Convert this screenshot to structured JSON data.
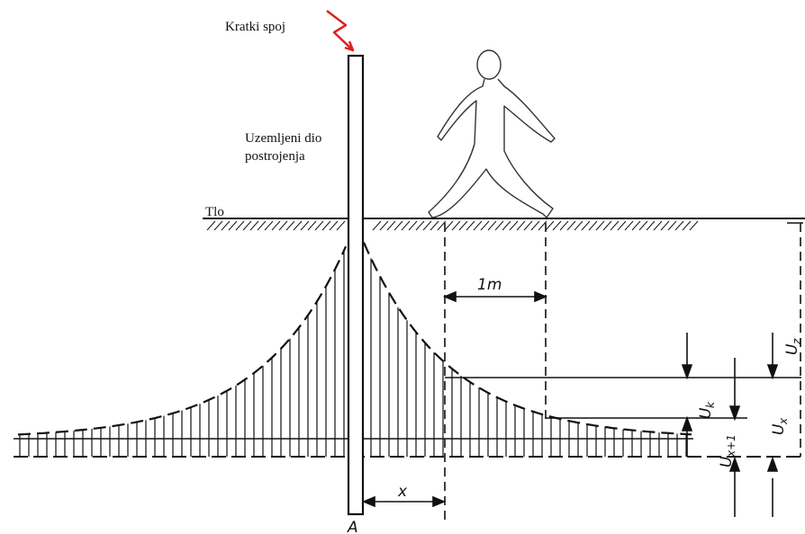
{
  "labels": {
    "short_circuit": "Kratki spoj",
    "grounded_part_line1": "Uzemljeni dio",
    "grounded_part_line2": "postrojenja",
    "ground": "Tlo",
    "step_length": "1m",
    "distance_x": "x",
    "point_a": "A",
    "uz_main": "U",
    "uz_sub": "z",
    "uk_main": "U",
    "uk_sub": "k",
    "ux_main": "U",
    "ux_sub": "x",
    "ux1_main": "U",
    "ux1_sub": "x+1"
  },
  "colors": {
    "lightning": "#e02020",
    "ink": "#111111"
  },
  "icons": {
    "lightning": "lightning-bolt-icon",
    "person": "walking-person-icon"
  }
}
